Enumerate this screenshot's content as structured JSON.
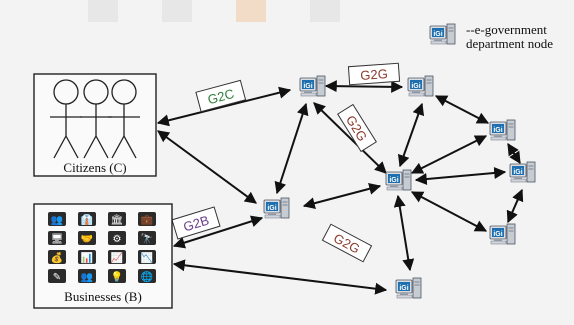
{
  "legend": {
    "line1": "--e-government",
    "line2": "department node",
    "icon": "computer-node-icon"
  },
  "node_label": "iGi",
  "actors": {
    "citizens": "Citizens (C)",
    "businesses": "Businesses (B)"
  },
  "link_labels": {
    "g2c": "G2C",
    "g2b": "G2B",
    "g2g_top": "G2G",
    "g2g_diag": "G2G",
    "g2g_bottom": "G2G"
  },
  "colors": {
    "g2c": "#2e7d3a",
    "g2b": "#6a3b8f",
    "g2g": "#8b3b2a",
    "arrow": "#111111",
    "node_screen": "#1d6fb0"
  },
  "business_icons": [
    "people-group-icon",
    "manager-icon",
    "bank-icon",
    "briefcase-icon",
    "monitor-chart-icon",
    "handshake-icon",
    "gears-icon",
    "binoculars-icon",
    "money-bag-icon",
    "presentation-icon",
    "growth-chart-icon",
    "bar-chart-icon",
    "pen-icon",
    "meeting-icon",
    "lightbulb-icon",
    "globe-icon"
  ]
}
